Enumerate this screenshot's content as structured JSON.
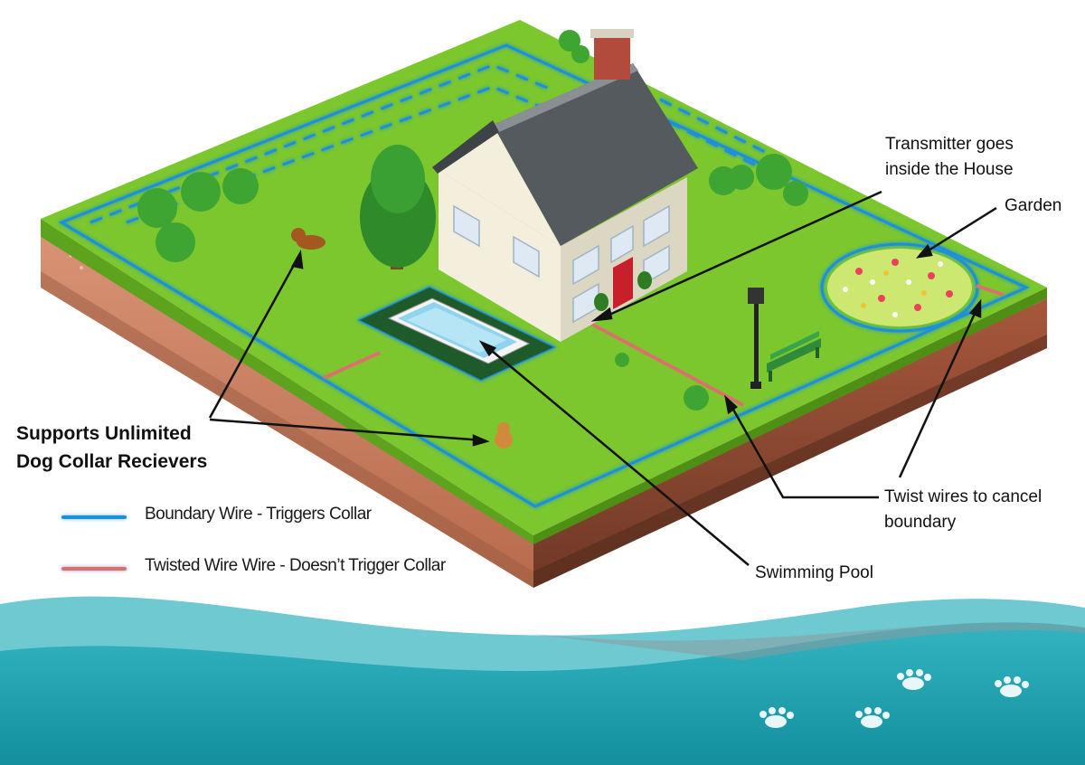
{
  "labels": {
    "transmitter": "Transmitter goes\ninside the House",
    "garden": "Garden",
    "supports": "Supports Unlimited\nDog Collar Recievers",
    "twist": "Twist wires to cancel\nboundary",
    "pool": "Swimming Pool"
  },
  "legend": {
    "boundary": {
      "text": "Boundary Wire - Triggers Collar",
      "color": "#1e90d8"
    },
    "twisted": {
      "text": "Twisted Wire Wire - Doesn’t Trigger Collar",
      "color": "#d9726a"
    }
  },
  "colors": {
    "grass": "#7cc72e",
    "soil": "#c8775a",
    "water": "#2aa9b5",
    "roof": "#555a5e",
    "house_wall": "#f3efdc"
  },
  "icons": [
    "house-icon",
    "pool-icon",
    "tree-icon",
    "bush-icon",
    "dog-icon",
    "lamp-post-icon",
    "bench-icon",
    "flower-garden-icon",
    "paw-print-icon"
  ]
}
